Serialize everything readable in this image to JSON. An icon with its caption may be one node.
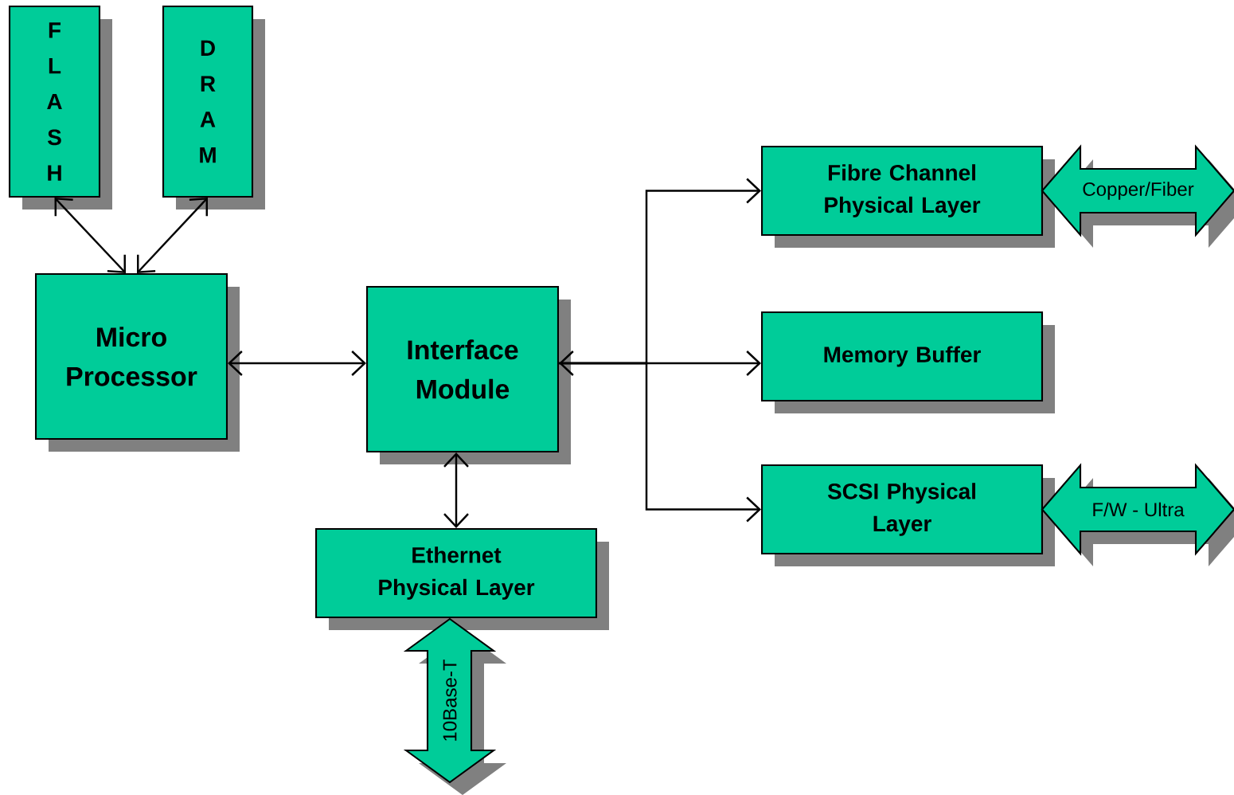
{
  "diagram": {
    "nodes": [
      {
        "text": [
          "F L A S H"
        ]
      },
      {
        "text": [
          "D R A M"
        ]
      },
      {
        "text": [
          "Micro Processor"
        ]
      },
      {
        "text": [
          "Interface Module"
        ]
      },
      {
        "text": [
          "Ethernet Physical Layer"
        ]
      },
      {
        "text": [
          "Fibre Channel Physical Layer"
        ]
      },
      {
        "text": [
          "Memory Buffer"
        ]
      },
      {
        "text": [
          "SCSI Physical Layer"
        ]
      },
      {
        "text": [
          "Copper/Fiber"
        ]
      },
      {
        "text": [
          "F/W - Ultra"
        ]
      },
      {
        "text": [
          "10Base-T"
        ]
      }
    ],
    "edges": [
      {
        "from": 0,
        "to": 2,
        "arrow": "both"
      },
      {
        "from": 1,
        "to": 2,
        "arrow": "both"
      },
      {
        "from": 2,
        "to": 3,
        "arrow": "both"
      },
      {
        "from": 3,
        "to": 5,
        "arrow": "to"
      },
      {
        "from": 3,
        "to": 6,
        "arrow": "both"
      },
      {
        "from": 3,
        "to": 7,
        "arrow": "to"
      },
      {
        "from": 3,
        "to": 4,
        "arrow": "both"
      }
    ]
  }
}
